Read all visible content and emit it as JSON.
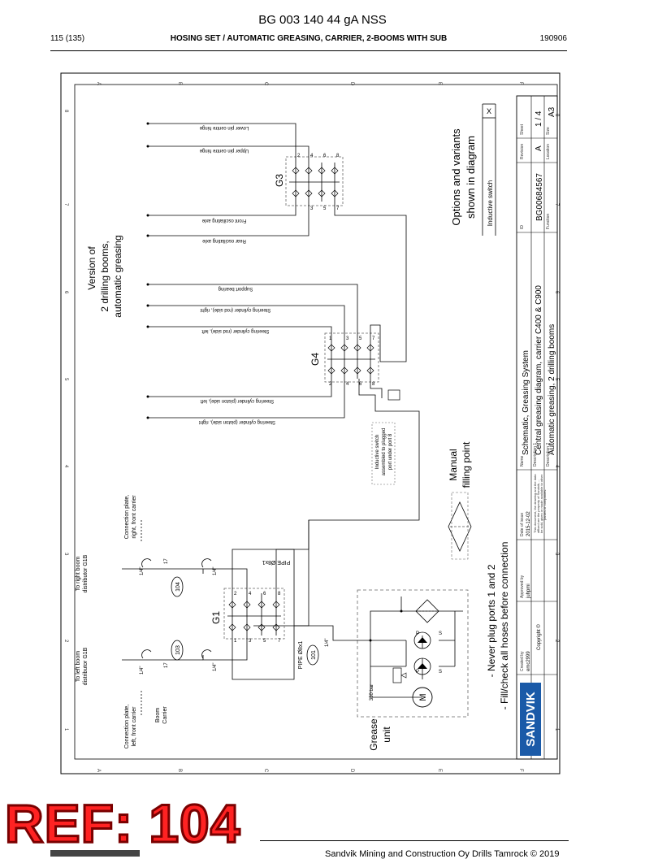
{
  "header": {
    "doc_title": "BG 003 140 44 gA NSS",
    "page": "115 (135)",
    "subtitle": "HOSING SET / AUTOMATIC GREASING, CARRIER, 2-BOOMS WITH SUB",
    "date": "190906"
  },
  "diagram": {
    "version_text": [
      "Version of",
      "2 drilling booms,",
      "automatic greasing"
    ],
    "options_text": [
      "Options and variants",
      "shown in diagram"
    ],
    "option_item": "Inductive switch",
    "option_mark": "X",
    "groups": {
      "g1": "G1",
      "g3": "G3",
      "g4": "G4"
    },
    "g3_lines": [
      "Lower pin centre hinge",
      "Upper pin centre hinge",
      "Front oscillating axle",
      "Rear oscillating axle"
    ],
    "g4_lines": [
      "Support bearing",
      "Steering cylinder (rod side), right",
      "Steering cylinder (rod side), left",
      "Steering cylinder (piston side), left",
      "Steering cylinder (piston side), right"
    ],
    "inductive_note": [
      "Inductive switch",
      "assembled to plugged",
      "port under port 8"
    ],
    "manual_filling": [
      "Manual",
      "filling point"
    ],
    "notes": [
      "- Never plug ports 1 and 2",
      "- Fill/check all hoses before connection"
    ],
    "grease_unit": [
      "Grease",
      "unit"
    ],
    "pressure": "350 bar",
    "motor": "M",
    "pump_ports": [
      "P",
      "S",
      "P",
      "S"
    ],
    "pipe_top": "PIPE Ø8x1",
    "pipe_bottom": "PIPE Ø8x1",
    "to_right": [
      "To right boom",
      "distributor G1B"
    ],
    "to_left": [
      "To left boom",
      "distributor G1B"
    ],
    "conn_right": [
      "Connection plate,",
      "right, front carrier"
    ],
    "conn_left": [
      "Connection plate,",
      "left, front carrier"
    ],
    "boom_carrier": [
      "Boom",
      "Carrier"
    ],
    "hose_labels": [
      "104",
      "103",
      "101"
    ],
    "fitting_labels": [
      "17",
      "17",
      "1/4\"",
      "1/4\"",
      "1/4\"",
      "1/4\"",
      "1/4\""
    ],
    "g1_ports": [
      "2",
      "4",
      "6",
      "8",
      "1",
      "3",
      "5",
      "7"
    ],
    "g3_ports": [
      "2",
      "4",
      "6",
      "8",
      "3",
      "5",
      "7"
    ],
    "g4_ports": [
      "1",
      "3",
      "5",
      "7",
      "2",
      "4",
      "6",
      "8"
    ],
    "grid_cols": [
      "A",
      "B",
      "C",
      "D",
      "E",
      "F"
    ],
    "grid_rows": [
      "8",
      "7",
      "6",
      "5",
      "4",
      "3",
      "2",
      "1"
    ]
  },
  "title_block": {
    "brand": "SANDVIK",
    "created_by_label": "Created by",
    "created_by": "emc2999",
    "approved_by_label": "Approved by",
    "approved_by": "juhpmi",
    "date_label": "Date of issue",
    "date": "2015-12-02",
    "copyright": "Copyright ©",
    "legal": [
      "This document, the drawing and the data",
      "affixed are the property of Sandvik, ...",
      "be sold, given or made available to other",
      "parties or companies."
    ],
    "name_label": "Name",
    "name": "Schematic, Greasing System",
    "desc1_label": "Description 1",
    "desc1": "Central greasing diagram, carrier C400 & C900",
    "desc2_label": "Description 2",
    "desc2": "Automatic greasing, 2 drilling booms",
    "id_label": "ID",
    "id": "BG00684567",
    "revision_label": "Revision",
    "revision": "A",
    "sheet_label": "Sheet",
    "sheet": "1 / 4",
    "size_label": "Size",
    "size": "A3",
    "function_label": "Function",
    "location_label": "Location"
  },
  "stamp": {
    "ref": "REF: 104"
  },
  "footer": {
    "text": "Sandvik Mining and Construction Oy Drills Tamrock © 2019"
  }
}
